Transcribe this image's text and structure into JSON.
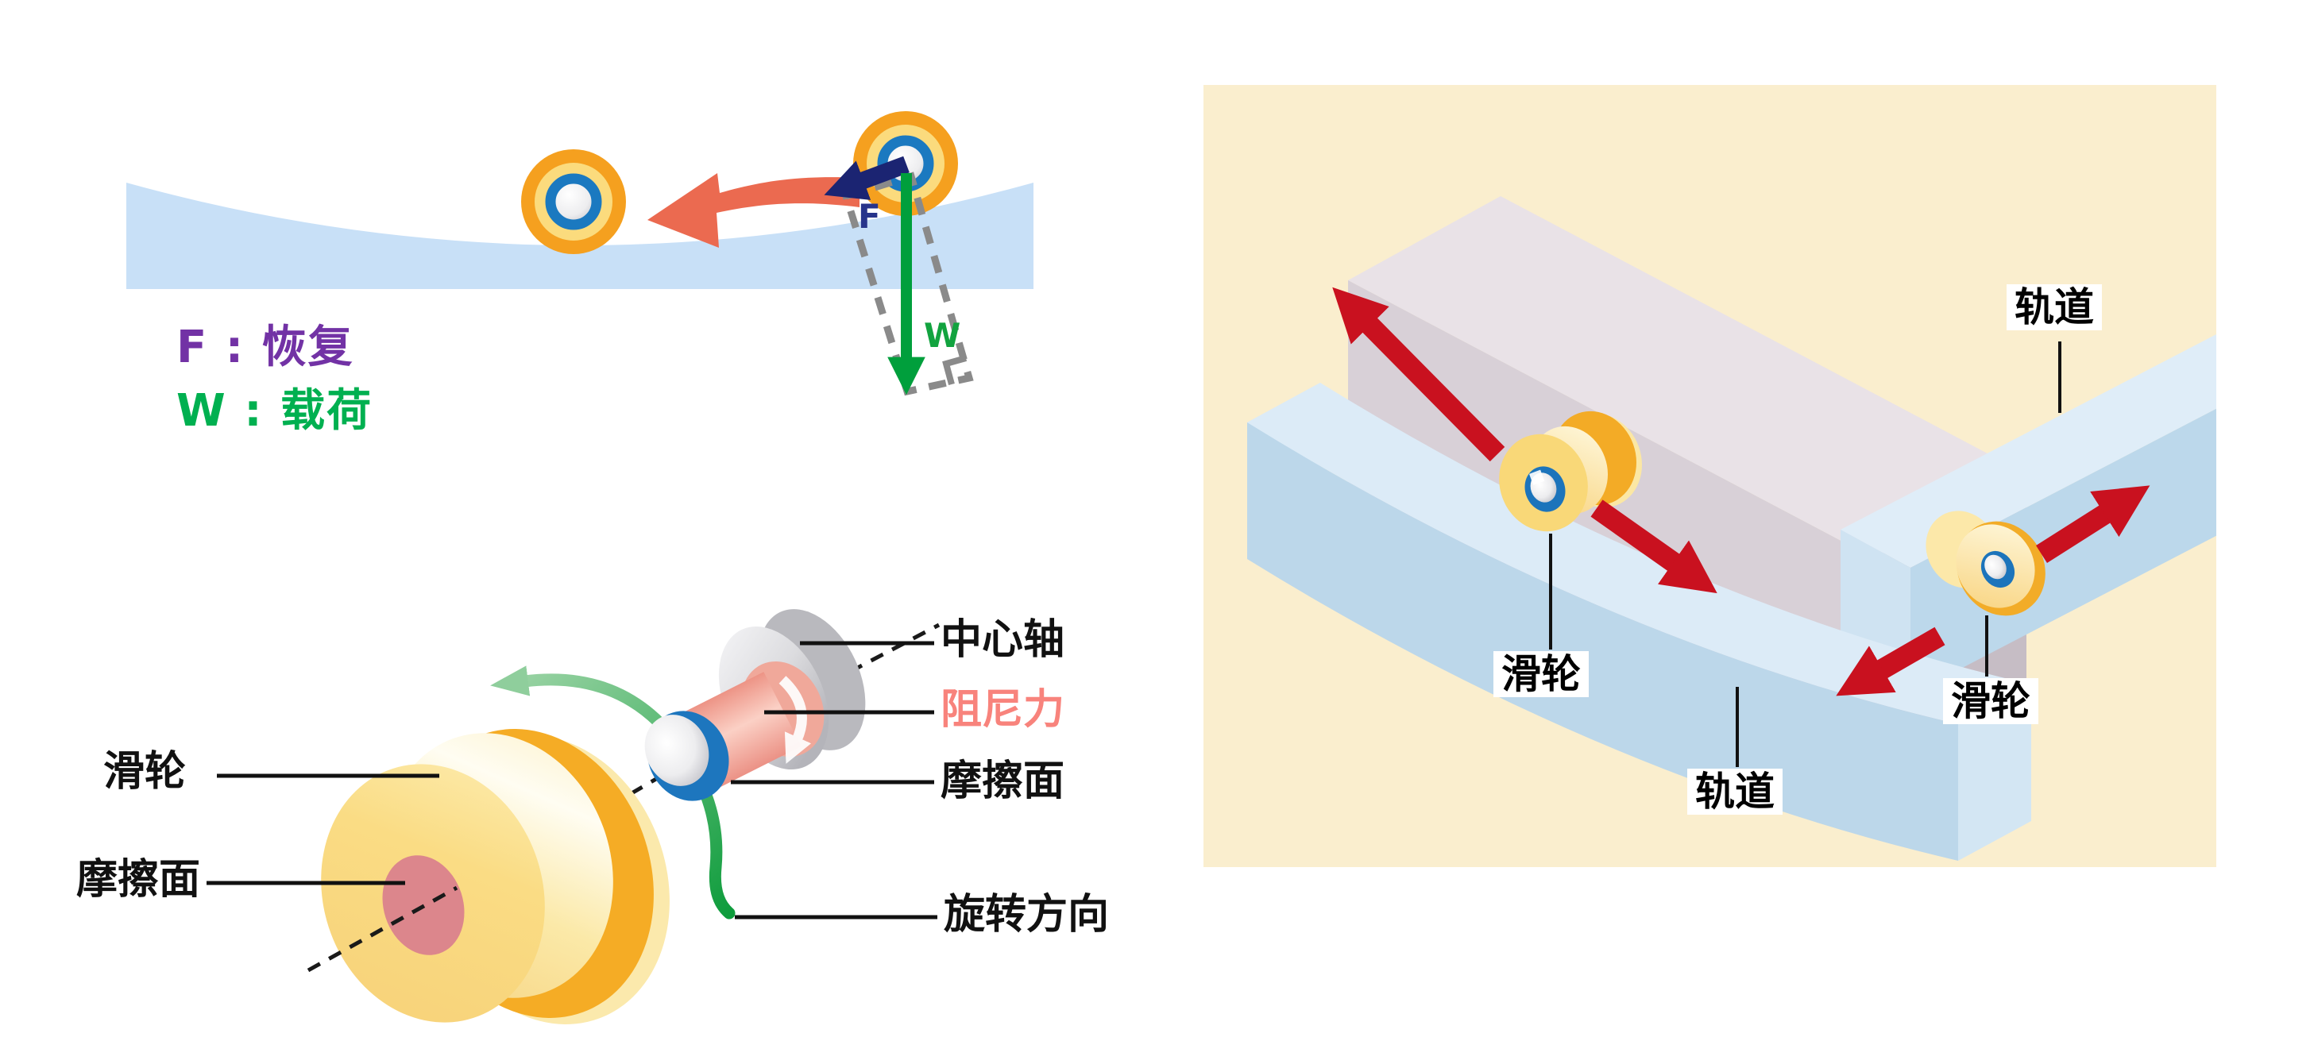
{
  "top_left": {
    "legend_f": "F : 恢复",
    "legend_w": "W : 载荷",
    "force_f": "F",
    "force_w": "W"
  },
  "pulley_diagram": {
    "labels": {
      "center_axis": "中心轴",
      "damping_force": "阻尼力",
      "friction_surface_right": "摩擦面",
      "rotation_direction": "旋转方向",
      "pulley": "滑轮",
      "friction_surface_left": "摩擦面"
    }
  },
  "right_panel": {
    "labels": {
      "rail_top": "轨道",
      "pulley_left": "滑轮",
      "rail_bottom": "轨道",
      "pulley_right": "滑轮"
    }
  },
  "colors": {
    "legend_purple": "#7232A5",
    "legend_green": "#00B050",
    "force_f_navy": "#27348B",
    "force_w_green": "#12A33F",
    "damping_pink": "#F8837C",
    "panel_beige": "#FAEECE",
    "rail_blue": "#C8E0F7",
    "roller_orange": "#F5A01F",
    "arrow_red": "#C9111F",
    "arrow_salmon": "#EB6A50"
  }
}
